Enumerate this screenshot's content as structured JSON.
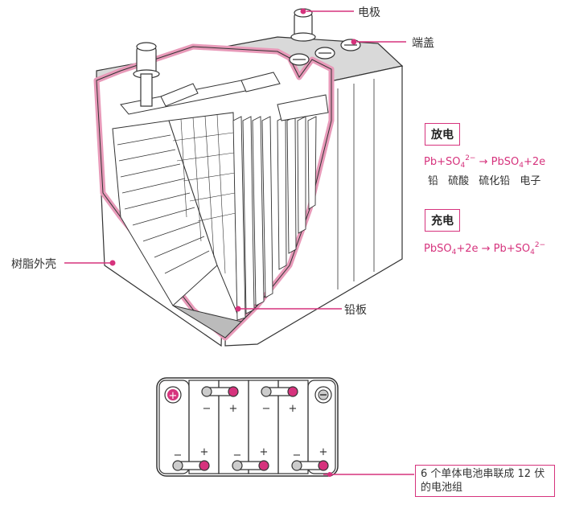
{
  "labels": {
    "electrode": "电极",
    "terminal_cover": "端盖",
    "resin_case": "树脂外壳",
    "lead_plate": "铅板"
  },
  "discharge": {
    "title": "放电",
    "formula": {
      "pb": "Pb+SO",
      "sub1": "4",
      "sup1": "2−",
      "arrow": " → PbSO",
      "sub2": "4",
      "tail": "+2e"
    },
    "names": "铅 硫酸 硫化铅 电子"
  },
  "charge": {
    "title": "充电",
    "formula": {
      "left": "PbSO",
      "sub1": "4",
      "mid": "+2e → Pb+SO",
      "sub2": "4",
      "sup2": "2−"
    }
  },
  "battery_group": {
    "caption": "6 个单体电池串联成 12 伏的电池组",
    "signs": [
      "+",
      "−",
      "+",
      "−",
      "+",
      "−",
      "+",
      "−",
      "+",
      "−",
      "+",
      "−"
    ]
  },
  "colors": {
    "accent": "#d6337d",
    "accent_light": "#f2b8d0",
    "line": "#333333",
    "case_top": "#d9d9d9"
  }
}
